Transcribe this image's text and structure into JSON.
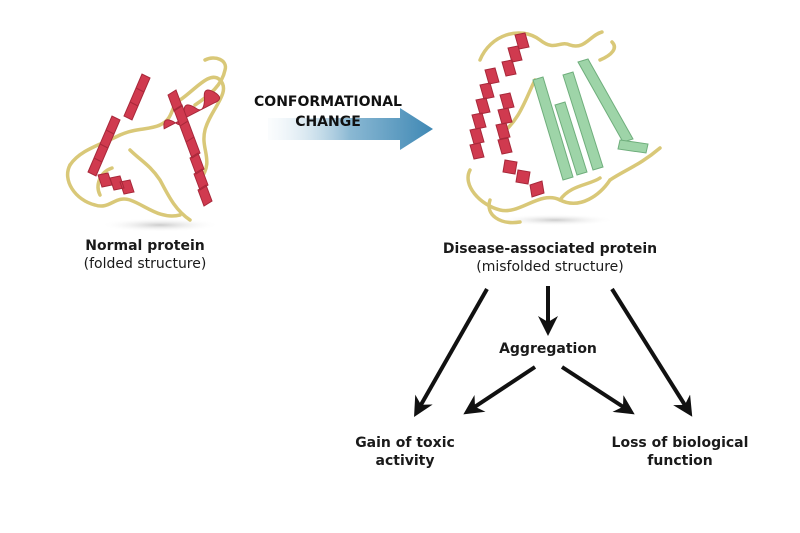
{
  "colors": {
    "helix": "#d03a4f",
    "helix_dark": "#a8283a",
    "coil": "#d9c878",
    "coil_dark": "#b9a553",
    "strand": "#9ed4a8",
    "strand_dark": "#6fae7c",
    "arrow_start": "#e9f2f7",
    "arrow_end": "#3f88b4",
    "flow_arrow": "#111111"
  },
  "normal_protein": {
    "title": "Normal protein",
    "subtitle": "(folded structure)"
  },
  "transition": {
    "line1": "CONFORMATIONAL",
    "line2": "CHANGE"
  },
  "misfolded_protein": {
    "title": "Disease-associated protein",
    "subtitle": "(misfolded structure)"
  },
  "aggregation": "Aggregation",
  "outcomes": {
    "toxic": {
      "line1": "Gain of toxic",
      "line2": "activity"
    },
    "loss": {
      "line1": "Loss of biological",
      "line2": "function"
    }
  }
}
